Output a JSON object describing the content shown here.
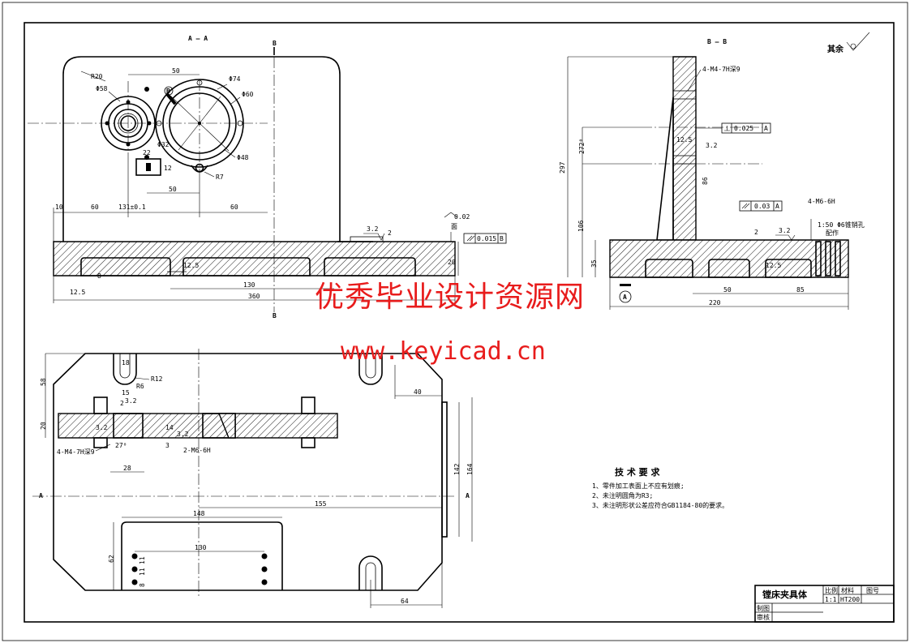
{
  "views": {
    "section_aa": "A — A",
    "section_bb": "B — B",
    "mark_b_top": "B",
    "mark_b_bottom": "B",
    "mark_a_left": "A",
    "mark_a_right": "A",
    "datum_a": "A",
    "datum_b": "B"
  },
  "roughness_note": "其余",
  "front_view": {
    "r20": "R20",
    "phi58": "Φ58",
    "phi74": "Φ74",
    "phi60": "Φ60",
    "phi32": "Φ32",
    "phi48": "Φ48",
    "r7": "R7",
    "d50_top": "50",
    "d50_bottom": "50",
    "d22": "22",
    "d12": "12",
    "d10": "10",
    "d60_left": "60",
    "d131": "131±0.1",
    "d60_right": "60",
    "r32": "3.2",
    "d2": "2",
    "r125_a": "12.5",
    "r125_b": "12.5",
    "d8": "8",
    "d20": "20",
    "d130": "130",
    "d360": "360",
    "flatness": "0.02",
    "parallel_val": "0.015",
    "parallel_datum": "B",
    "surface_note": "面"
  },
  "side_view": {
    "thread_4m4": "4-M4-7H深9",
    "perp_val": "0.025",
    "perp_datum": "A",
    "r125_top": "12.5",
    "r32": "3.2",
    "d297": "297",
    "d272": "272⁰",
    "d106": "106",
    "d35": "35",
    "d86": "86",
    "parallel_val": "0.03",
    "parallel_datum": "A",
    "thread_4m6": "4-M6-6H",
    "d2": "2",
    "r32_b": "3.2",
    "taper_note": "1:50 Φ6锥销孔",
    "assy_note": "配作",
    "r125_bottom": "12.5",
    "d50": "50",
    "d85": "85",
    "d220": "220"
  },
  "plan_view": {
    "d58": "58",
    "d20": "20",
    "d18": "18",
    "r12": "R12",
    "r6": "R6",
    "d15": "15",
    "d2": "2",
    "d3": "3",
    "r32_a": "3.2",
    "r32_b": "3.2",
    "r32_c": "3.2",
    "d14": "14",
    "d28": "28",
    "d272": "27⁰",
    "thread_4m4": "4-M4-7H深9",
    "thread_2m6": "2-M6-6H",
    "d40": "40",
    "d142": "142",
    "d164": "164",
    "d155": "155",
    "d148": "148",
    "d130": "130",
    "d62": "62",
    "d8": "8",
    "d11a": "11",
    "d11b": "11",
    "d64": "64"
  },
  "tech_req": {
    "title": "技 术 要 求",
    "items": [
      "1、零件加工表面上不应有划痕;",
      "2、未注明圆角为R3;",
      "3、未注明形状公差应符合GB1184-80的要求。"
    ]
  },
  "title_block": {
    "part_name": "镗床夹具体",
    "h_ratio": "比例",
    "h_material": "材料",
    "h_drawing": "图号",
    "ratio": "1:1",
    "material": "HT200",
    "drawn": "制图",
    "checked": "审核"
  },
  "watermark": {
    "line1": "优秀毕业设计资源网",
    "line2": "www.keyicad.cn"
  }
}
